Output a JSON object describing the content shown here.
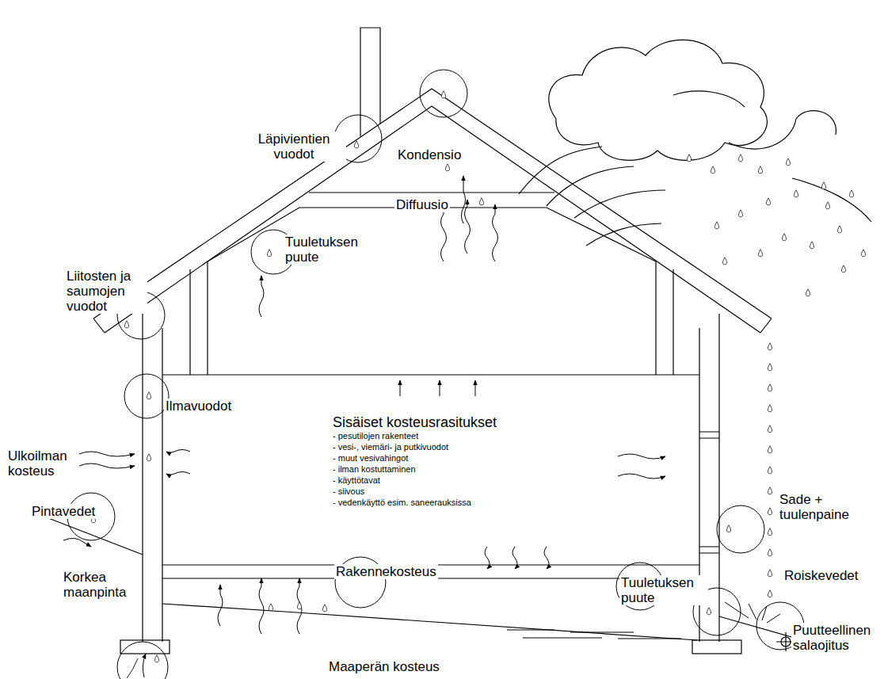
{
  "diagram": {
    "nodes": [
      {
        "text": [
          "Sisäiset kosteusrasitukset",
          "- pesutilojen rakenteet",
          "- vesi-, viemäri- ja putkivuodot",
          "- muut vesivahingot",
          "- ilman kostuttaminen",
          "- käyttötavat",
          "- siivous",
          "- vedenkäyttö esim. saneerauksissa"
        ]
      }
    ],
    "labels": [
      "Läpivientien vuodot",
      "Kondensio",
      "Diffuusio",
      "Tuuletuksen puute",
      "Liitosten ja saumojen vuodot",
      "Ilmavuodot",
      "Ulkoilman kosteus",
      "Pintavedet",
      "Sade + tuulenpaine",
      "Korkea maanpinta",
      "Rakennekosteus",
      "Roiskevedet",
      "Tuuletuksen puute",
      "Puutteellinen salaojitus",
      "Maaperän kosteus"
    ]
  }
}
